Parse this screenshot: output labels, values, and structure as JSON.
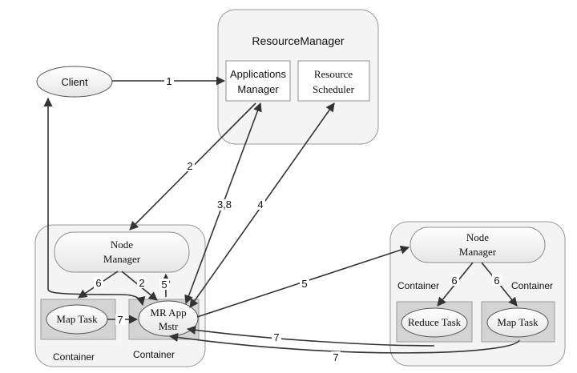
{
  "resource_manager": {
    "title": "ResourceManager",
    "applications_manager": [
      "Applications",
      "Manager"
    ],
    "resource_scheduler": [
      "Resource",
      "Scheduler"
    ]
  },
  "client": {
    "label": "Client"
  },
  "left_node": {
    "node_manager": [
      "Node",
      "Manager"
    ],
    "map_task": "Map Task",
    "mr_app_master": [
      "MR App",
      "Mstr"
    ],
    "container_left_label": "Container",
    "container_right_label": "Container"
  },
  "right_node": {
    "node_manager": [
      "Node",
      "Manager"
    ],
    "container_left_label": "Container",
    "container_right_label": "Container",
    "reduce_task": "Reduce Task",
    "map_task": "Map Task"
  },
  "arrow_labels": {
    "client_to_rm": "1",
    "rm_to_nm": "2",
    "am_rm": "3,8",
    "mr_to_scheduler": "4",
    "nm_to_map": "6",
    "nm_to_mr": "2",
    "mr_to_nm": "5",
    "map_to_mr": "7",
    "mr_to_right_nm": "5",
    "right_nm_to_reduce": "6",
    "right_nm_to_map": "6",
    "reduce_to_mr": "7",
    "right_map_to_mr": "7"
  }
}
